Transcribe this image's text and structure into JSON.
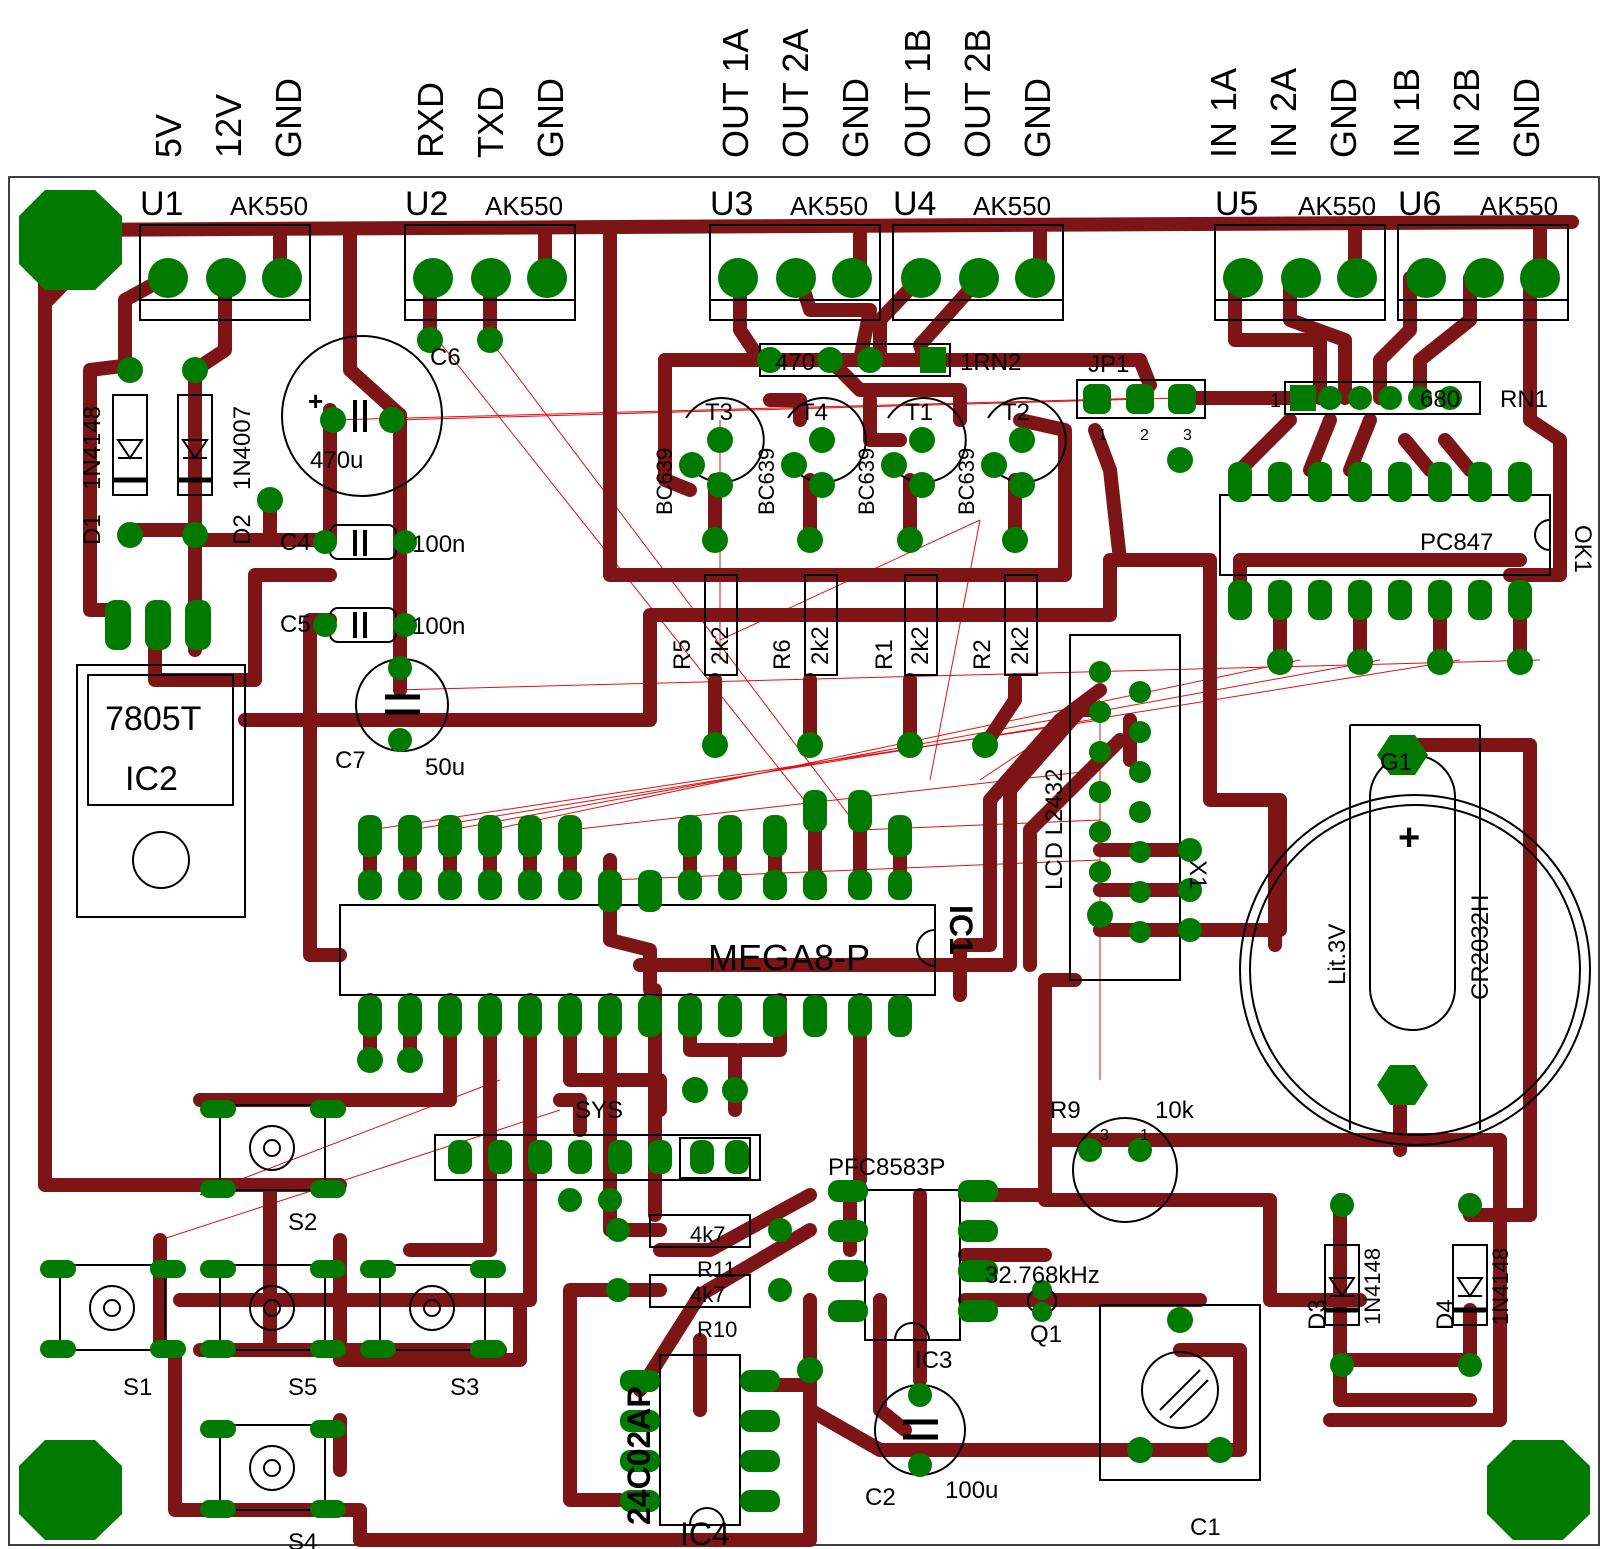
{
  "connector_labels": [
    {
      "id": "u1_5v",
      "text": "5V"
    },
    {
      "id": "u1_12v",
      "text": "12V"
    },
    {
      "id": "u1_gnd",
      "text": "GND"
    },
    {
      "id": "u2_rxd",
      "text": "RXD"
    },
    {
      "id": "u2_txd",
      "text": "TXD"
    },
    {
      "id": "u2_gnd",
      "text": "GND"
    },
    {
      "id": "u3_out1a",
      "text": "OUT 1A"
    },
    {
      "id": "u3_out2a",
      "text": "OUT 2A"
    },
    {
      "id": "u3_gnd",
      "text": "GND"
    },
    {
      "id": "u4_out1b",
      "text": "OUT 1B"
    },
    {
      "id": "u4_out2b",
      "text": "OUT 2B"
    },
    {
      "id": "u4_gnd",
      "text": "GND"
    },
    {
      "id": "u5_in1a",
      "text": "IN 1A"
    },
    {
      "id": "u5_in2a",
      "text": "IN 2A"
    },
    {
      "id": "u5_gnd",
      "text": "GND"
    },
    {
      "id": "u6_in1b",
      "text": "IN 1B"
    },
    {
      "id": "u6_in2b",
      "text": "IN 2B"
    },
    {
      "id": "u6_gnd",
      "text": "GND"
    }
  ],
  "terminal_blocks": [
    {
      "ref": "U1",
      "value": "AK550"
    },
    {
      "ref": "U2",
      "value": "AK550"
    },
    {
      "ref": "U3",
      "value": "AK550"
    },
    {
      "ref": "U4",
      "value": "AK550"
    },
    {
      "ref": "U5",
      "value": "AK550"
    },
    {
      "ref": "U6",
      "value": "AK550"
    }
  ],
  "components": {
    "d1": {
      "ref": "D1",
      "value": "1N4148"
    },
    "d2": {
      "ref": "D2",
      "value": "1N4007"
    },
    "c6": {
      "ref": "C6",
      "value": "470u"
    },
    "c4": {
      "ref": "C4",
      "value": "100n"
    },
    "c5": {
      "ref": "C5",
      "value": "100n"
    },
    "c7": {
      "ref": "C7",
      "value": "50u"
    },
    "ic2": {
      "ref": "IC2",
      "value": "7805T"
    },
    "rn2": {
      "ref": "1RN2",
      "value": "470"
    },
    "jp1": {
      "ref": "JP1",
      "pins": [
        "1",
        "2",
        "3"
      ]
    },
    "rn1": {
      "ref": "RN1",
      "value": "680",
      "pin1": "1"
    },
    "t3": {
      "ref": "T3",
      "value": "BC639"
    },
    "t4": {
      "ref": "T4",
      "value": "BC639"
    },
    "t1": {
      "ref": "T1",
      "value": "BC639"
    },
    "t2": {
      "ref": "T2",
      "value": "BC639"
    },
    "ok1": {
      "ref": "OK1",
      "value": "PC847"
    },
    "r5": {
      "ref": "R5",
      "value": "2k2"
    },
    "r6": {
      "ref": "R6",
      "value": "2k2"
    },
    "r1": {
      "ref": "R1",
      "value": "2k2"
    },
    "r2": {
      "ref": "R2",
      "value": "2k2"
    },
    "lcd": {
      "ref": "LCD L2432",
      "value": "X1"
    },
    "g1": {
      "ref": "G1",
      "value": "CR2032H",
      "type": "Lit.3V",
      "plus": "+"
    },
    "ic1": {
      "ref": "IC1",
      "value": "MEGA8-P"
    },
    "sys": {
      "ref": "SYS"
    },
    "r9": {
      "ref": "R9",
      "value": "10k",
      "pin1": "1",
      "pin3": "3"
    },
    "ic3": {
      "ref": "IC3",
      "value": "PFC8583P"
    },
    "r11": {
      "ref": "R11",
      "value": "4k7"
    },
    "r10": {
      "ref": "R10",
      "value": "4k7"
    },
    "q1": {
      "ref": "Q1",
      "value": "32.768kHz"
    },
    "d3": {
      "ref": "D3",
      "value": "1N4148"
    },
    "d4": {
      "ref": "D4",
      "value": "1N4148"
    },
    "ic4": {
      "ref": "IC4",
      "value": "24C02AP"
    },
    "c2": {
      "ref": "C2",
      "value": "100u"
    },
    "c1": {
      "ref": "C1"
    },
    "switches": [
      "S1",
      "S2",
      "S3",
      "S4",
      "S5"
    ]
  },
  "colors": {
    "trace": "#7d1416",
    "pad": "#007a00",
    "silk": "#000000",
    "ratsnest": "#e01010",
    "board": "#ffffff"
  }
}
